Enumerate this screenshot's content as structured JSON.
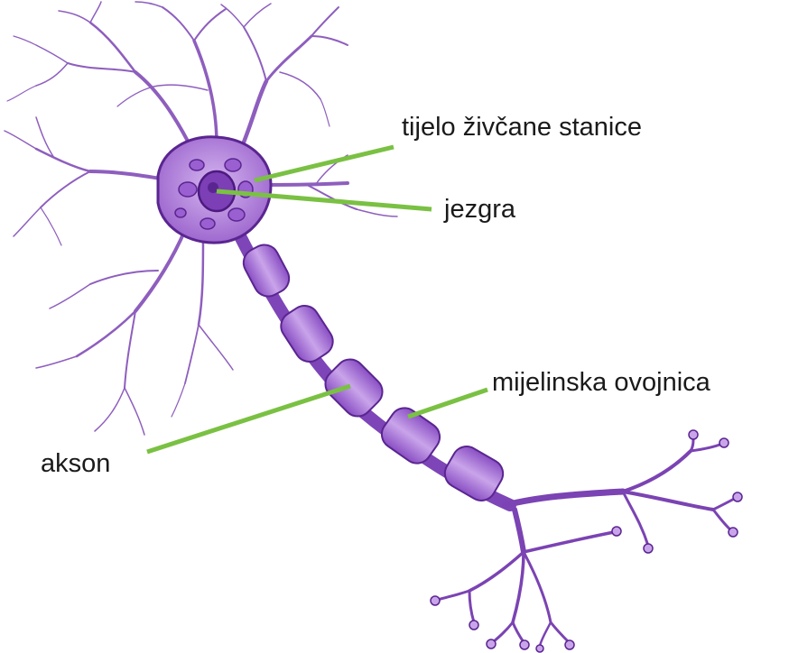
{
  "diagram": {
    "labels": {
      "cell_body": "tijelo živčane stanice",
      "nucleus": "jezgra",
      "myelin_sheath": "mijelinska ovojnica",
      "axon": "akson"
    },
    "colors": {
      "neuron_fill": "#b98ae0",
      "neuron_stroke": "#6a2fa0",
      "neuron_dark": "#4d1a80",
      "leader_line": "#7ac143",
      "text": "#1a1a1a",
      "background": "#ffffff"
    }
  }
}
